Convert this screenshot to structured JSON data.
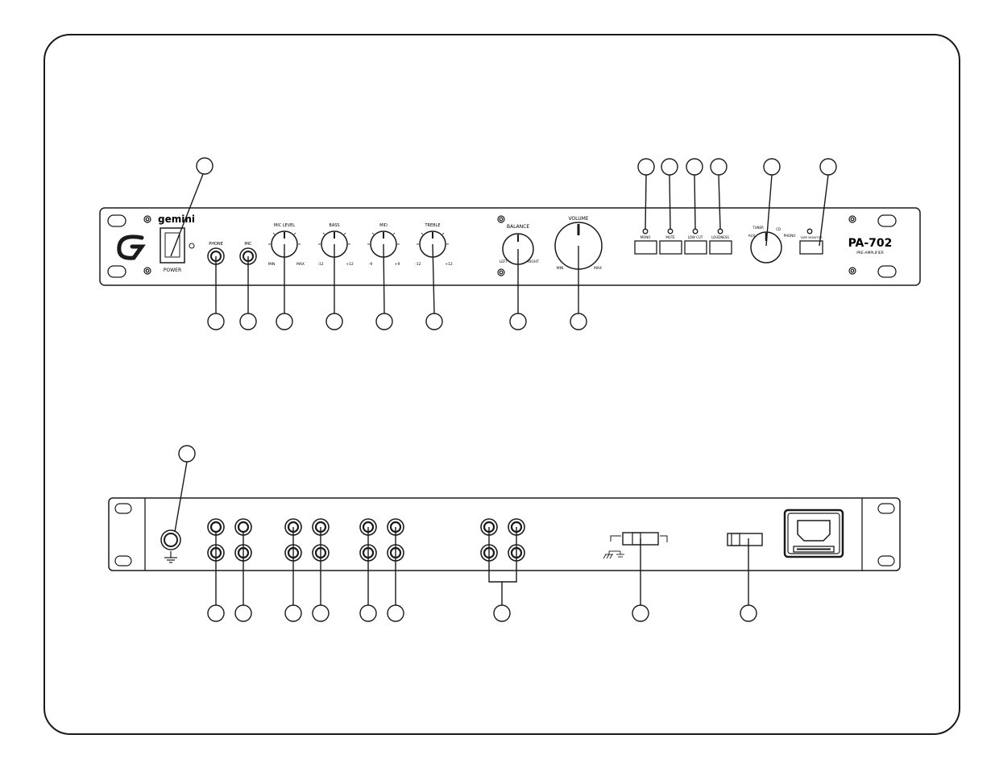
{
  "front_panel": {
    "brand": "gemini",
    "power_label": "POWER",
    "phone_label": "PHONE",
    "mic_label": "MIC",
    "mic_level": {
      "label": "MIC LEVEL",
      "min": "MIN",
      "max": "MAX"
    },
    "bass": {
      "label": "BASS",
      "min": "-12",
      "max": "+12"
    },
    "mid": {
      "label": "MID",
      "min": "-9",
      "max": "+9"
    },
    "treble": {
      "label": "TREBLE",
      "min": "-12",
      "max": "+12"
    },
    "balance": {
      "label": "BALANCE",
      "left": "LEFT",
      "right": "RIGHT"
    },
    "volume": {
      "label": "VOLUME",
      "min": "MIN",
      "max": "MAX"
    },
    "buttons": {
      "mono": "MONO",
      "mute": "MUTE",
      "low_cut": "LOW CUT",
      "loudness": "LOUDNESS",
      "tape_monitor": "TAPE MONITOR"
    },
    "source_selector": {
      "aux": "AUX",
      "tuner": "TUNER",
      "cd": "CD",
      "phono": "PHONO"
    },
    "model": "PA-702",
    "model_subtitle": "PRE-AMPLIFIER"
  },
  "colors": {
    "line": "#1a1a1a",
    "background": "#ffffff"
  }
}
